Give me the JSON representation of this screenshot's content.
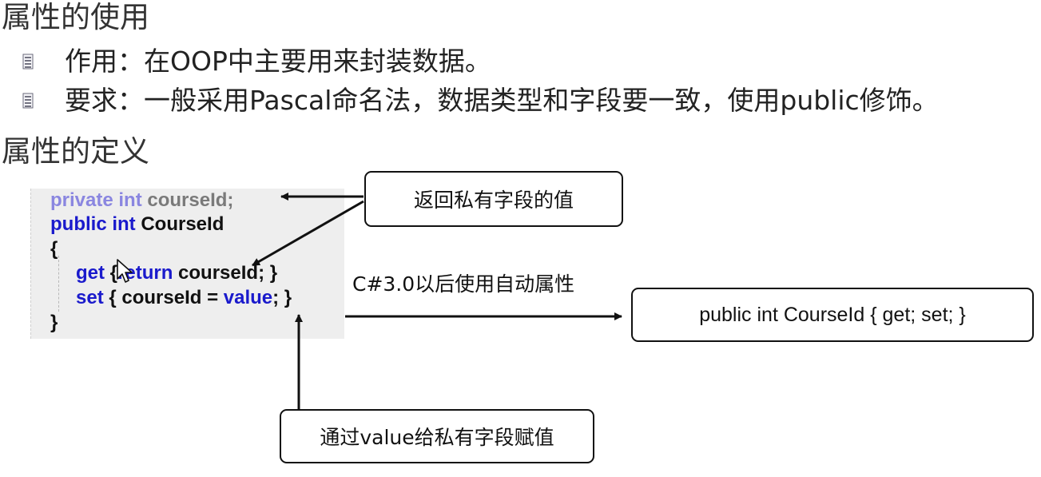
{
  "section1": {
    "title": "属性的使用",
    "bullets": [
      {
        "icon": "list-bullet-icon",
        "text": "作用：在OOP中主要用来封装数据。"
      },
      {
        "icon": "list-bullet-icon",
        "text": "要求：一般采用Pascal命名法，数据类型和字段要一致，使用public修饰。"
      }
    ]
  },
  "section2": {
    "title": "属性的定义"
  },
  "code": {
    "line1": {
      "kw1": "private",
      "kw2": "int",
      "ident": "courseId;"
    },
    "line2": {
      "kw1": "public",
      "kw2": "int",
      "ident": "CourseId"
    },
    "line3": "{",
    "line4": {
      "kw": "get",
      "brace": "{",
      "kw2": "return",
      "rest": "courseId; }"
    },
    "line5": {
      "kw": "set",
      "rest1": "{ courseId = ",
      "kw2": "value",
      "rest2": "; }"
    },
    "line6": "}"
  },
  "callouts": {
    "return_value": "返回私有字段的值",
    "auto_property": "public int CourseId  {  get;  set;  }",
    "assign_value": "通过value给私有字段赋值"
  },
  "notes": {
    "auto_property_note": "C#3.0以后使用自动属性"
  },
  "colors": {
    "keyword": "#1a1acc",
    "keyword_light": "#8a86e0",
    "code_background": "#eeeeee",
    "text": "#222222"
  }
}
